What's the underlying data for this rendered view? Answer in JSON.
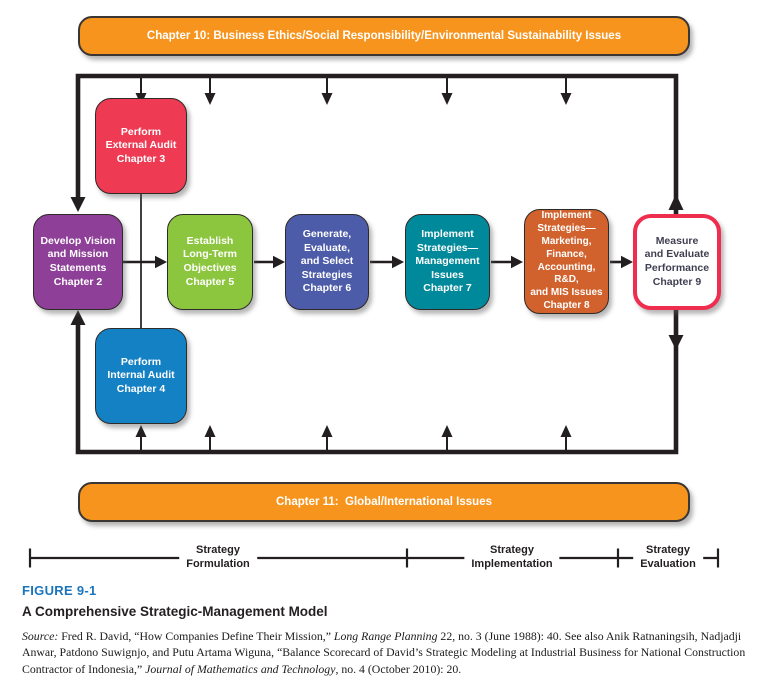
{
  "figure": {
    "label": "FIGURE 9-1",
    "title": "A Comprehensive Strategic-Management Model"
  },
  "bars": {
    "top": "Chapter 10: Business Ethics/Social Responsibility/Environmental Sustainability Issues",
    "bottom": "Chapter 11:  Global/International Issues"
  },
  "boxes": {
    "external_audit": {
      "label": "Perform\nExternal Audit\nChapter 3",
      "color": "#EE3A53"
    },
    "vision_mission": {
      "label": "Develop Vision\nand Mission\nStatements\nChapter 2",
      "color": "#8E3F97"
    },
    "long_term_objectives": {
      "label": "Establish\nLong-Term\nObjectives\nChapter 5",
      "color": "#8CC63E"
    },
    "generate_select_strategies": {
      "label": "Generate,\nEvaluate,\nand Select\nStrategies\nChapter 6",
      "color": "#4D5CA8"
    },
    "implement_management": {
      "label": "Implement\nStrategies—\nManagement\nIssues\nChapter 7",
      "color": "#00899A"
    },
    "implement_functional": {
      "label": "Implement\nStrategies—\nMarketing,\nFinance,\nAccounting, R&D,\nand MIS Issues\nChapter 8",
      "color": "#D2622D"
    },
    "measure_evaluate": {
      "label": "Measure\nand Evaluate\nPerformance\nChapter 9",
      "color": "#FFFFFF",
      "border_color": "#EE2D4F"
    },
    "internal_audit": {
      "label": "Perform\nInternal Audit\nChapter 4",
      "color": "#1581C5"
    }
  },
  "phases": {
    "formulation": "Strategy\nFormulation",
    "implementation": "Strategy\nImplementation",
    "evaluation": "Strategy\nEvaluation"
  },
  "source": {
    "seg1": "Source: ",
    "seg2": "Fred R. David, “How Companies Define Their Mission,” ",
    "seg3": "Long Range Planning",
    "seg4": " 22, no. 3 (June 1988): 40. See also Anik Ratnaningsih, Nadjadji Anwar, Patdono Suwignjo, and Putu Artama Wiguna, “Balance Scorecard of David’s Strategic Modeling at Industrial Business for National Construction Contractor of Indonesia,” ",
    "seg5": "Journal of Mathematics and Technology",
    "seg6": ", no. 4 (October 2010): 20."
  },
  "colors": {
    "bar_orange": "#F7941E",
    "line_black": "#231F20",
    "figure_label_blue": "#1B75BC"
  }
}
